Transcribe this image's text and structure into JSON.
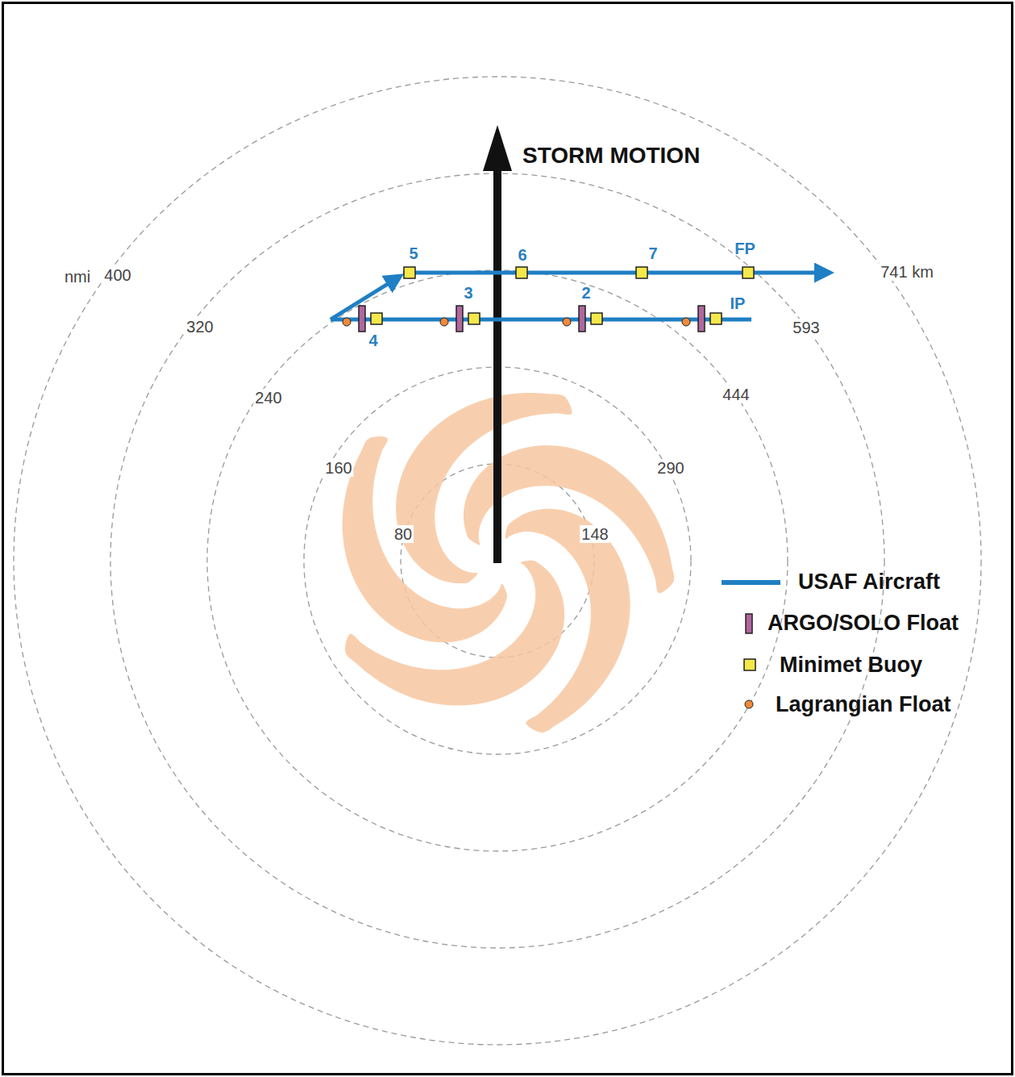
{
  "diagram": {
    "labels": [
      "STORM MOTION",
      "nmi",
      "400",
      "320",
      "240",
      "160",
      "80",
      "741 km",
      "593",
      "444",
      "290",
      "148",
      "5",
      "6",
      "7",
      "FP",
      "3",
      "2",
      "IP",
      "4"
    ],
    "legend": [
      {
        "text": "USAF Aircraft"
      },
      {
        "text": "ARGO/SOLO Float"
      },
      {
        "text": "Minimet Buoy"
      },
      {
        "text": "Lagrangian Float"
      }
    ]
  }
}
